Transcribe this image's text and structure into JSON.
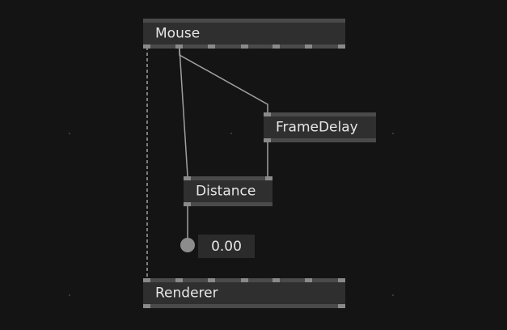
{
  "nodes": {
    "mouse": {
      "label": "Mouse"
    },
    "frame_delay": {
      "label": "FrameDelay"
    },
    "distance": {
      "label": "Distance"
    },
    "renderer": {
      "label": "Renderer"
    }
  },
  "output_value": {
    "value": "0.00"
  },
  "colors": {
    "background": "#141414",
    "node_fill": "#2f2f2f",
    "node_bar": "#4a4a4a",
    "pin": "#8a8a8a",
    "wire": "#a0a0a0",
    "text": "#e6e6e6"
  },
  "icons": {
    "output_dot": "io-circle"
  }
}
